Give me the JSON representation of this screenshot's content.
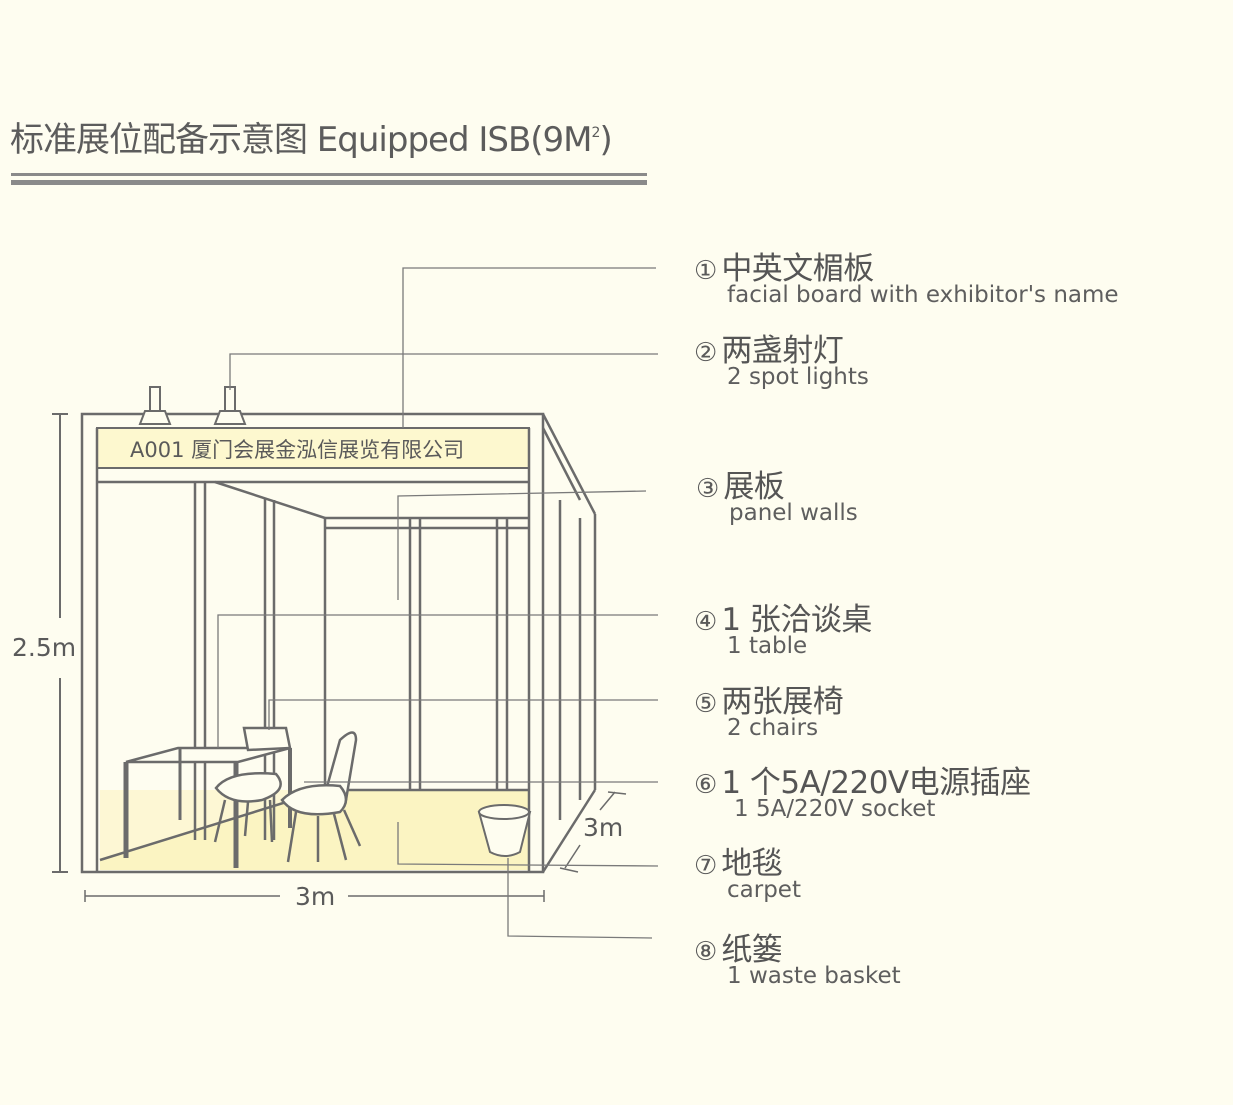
{
  "title": {
    "text": "标准展位配备示意图 Equipped ISB(9M",
    "superscript": "2",
    "close": ")"
  },
  "booth": {
    "fascia_label": "A001 厦门会展金泓信展览有限公司",
    "height_label": "2.5m",
    "width_label": "3m",
    "depth_label": "3m"
  },
  "items": [
    {
      "num": "①",
      "zh": "中英文楣板",
      "en": "facial board with exhibitor's name"
    },
    {
      "num": "②",
      "zh": "两盏射灯",
      "en": "2 spot lights"
    },
    {
      "num": "③",
      "zh": "展板",
      "en": "panel walls"
    },
    {
      "num": "④",
      "zh": "1 张洽谈桌",
      "en": "1 table"
    },
    {
      "num": "⑤",
      "zh": "两张展椅",
      "en": "2 chairs"
    },
    {
      "num": "⑥",
      "zh": "1 个5A/220V电源插座",
      "en": "1 5A/220V socket"
    },
    {
      "num": "⑦",
      "zh": "地毯",
      "en": "carpet"
    },
    {
      "num": "⑧",
      "zh": "纸篓",
      "en": "1 waste basket"
    }
  ],
  "colors": {
    "background": "#fefdf0",
    "frame": "#6b6b6b",
    "fascia_fill": "#fdf8cf",
    "carpet_fill": "#fbf4c2",
    "leader_line": "#7a7a7a"
  }
}
